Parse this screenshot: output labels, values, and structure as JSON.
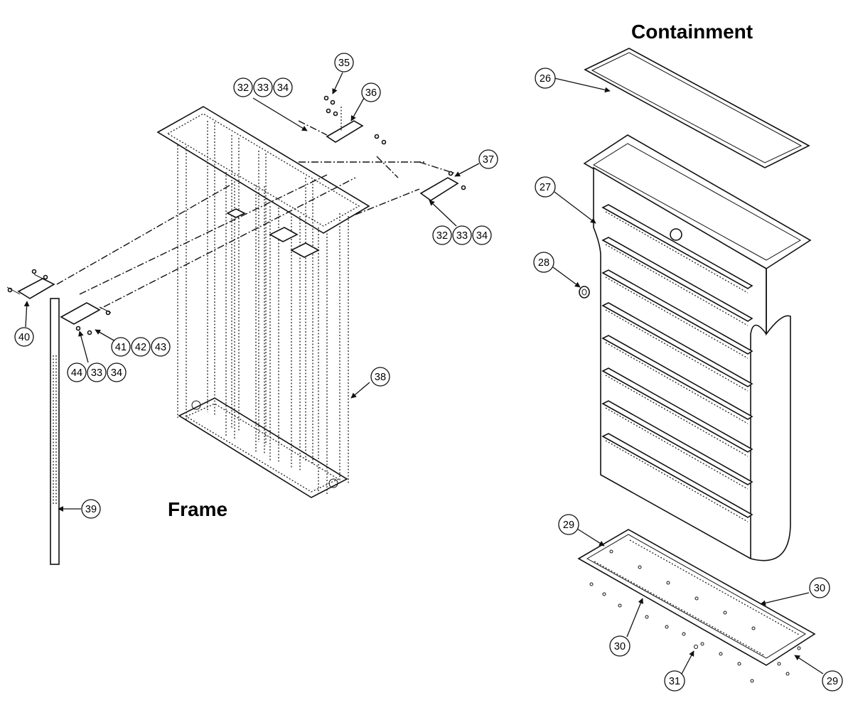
{
  "titles": {
    "containment": "Containment",
    "frame": "Frame"
  },
  "callouts": {
    "c26": "26",
    "c27": "27",
    "c28": "28",
    "c29a": "29",
    "c29b": "29",
    "c30a": "30",
    "c30b": "30",
    "c31": "31",
    "c32a": "32",
    "c33a": "33",
    "c34a": "34",
    "c32b": "32",
    "c33b": "33",
    "c34b": "34",
    "c35": "35",
    "c36": "36",
    "c37": "37",
    "c38": "38",
    "c39": "39",
    "c40": "40",
    "c41": "41",
    "c42": "42",
    "c43": "43",
    "c44": "44",
    "c33c": "33",
    "c34c": "34"
  }
}
